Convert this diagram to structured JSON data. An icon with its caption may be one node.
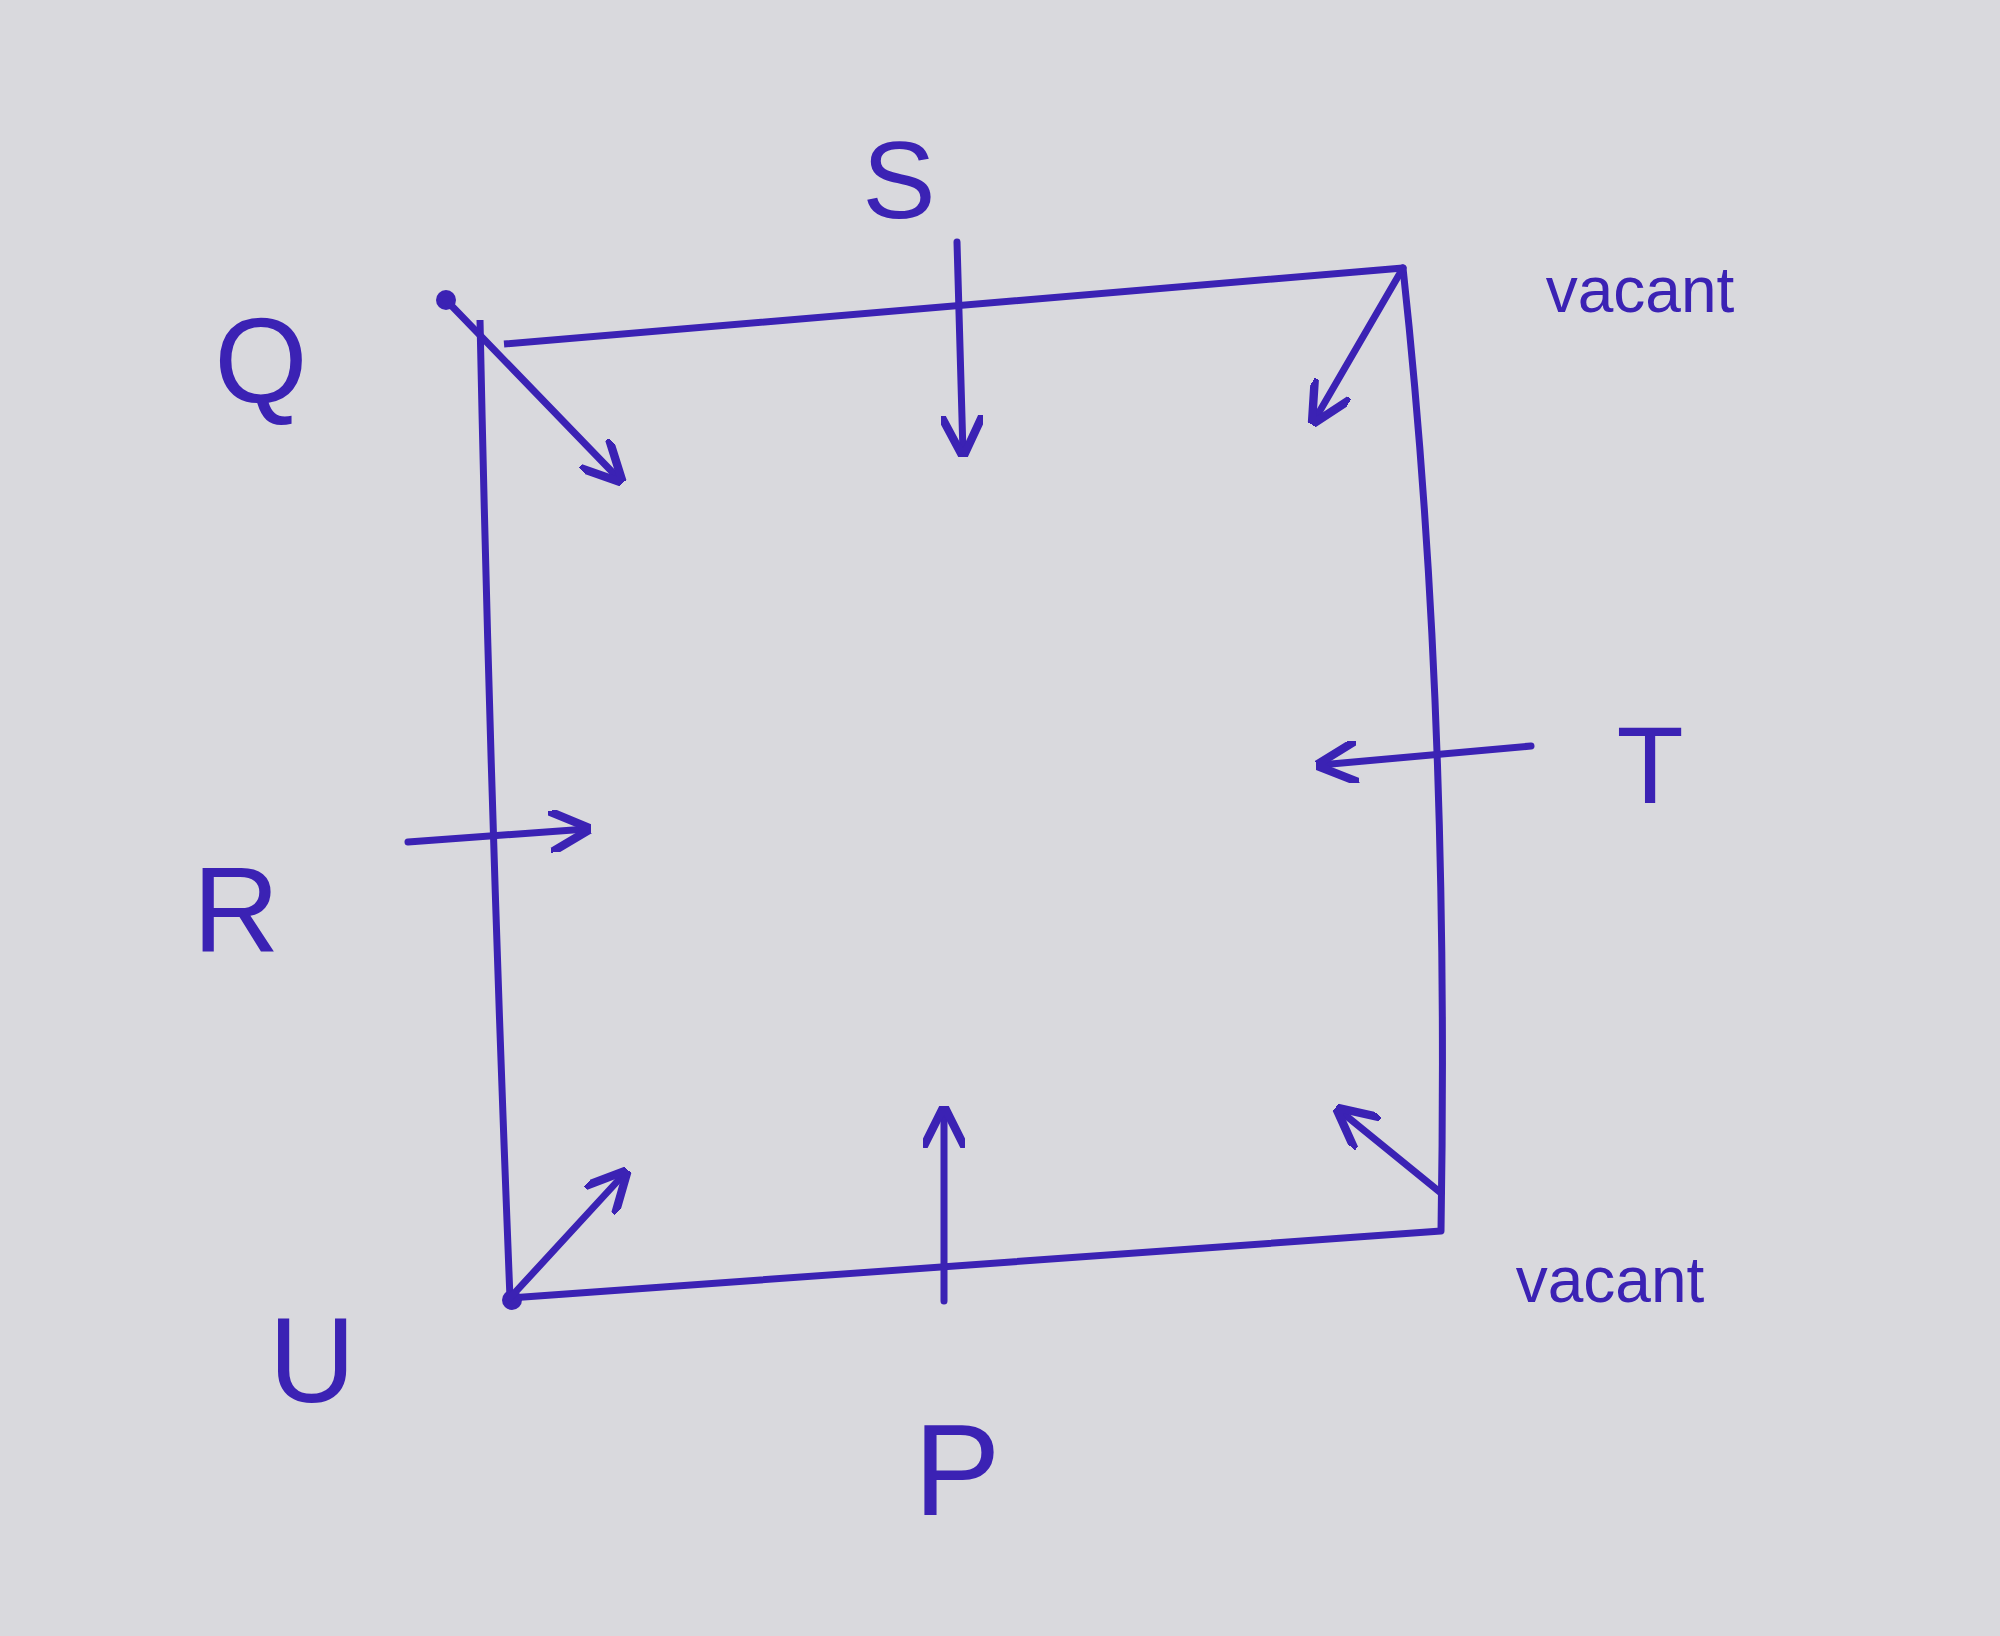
{
  "diagram": {
    "labels": [
      "S",
      "Q",
      "vacant",
      "R",
      "T",
      "U",
      "P",
      "vacant"
    ]
  }
}
